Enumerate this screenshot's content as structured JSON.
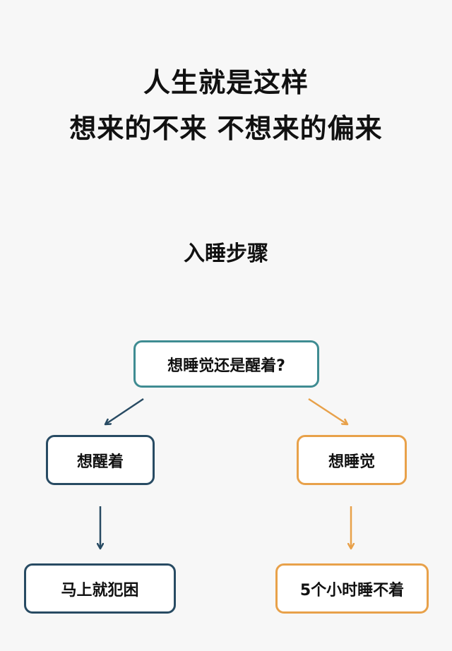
{
  "header": {
    "title_line1": "人生就是这样",
    "title_line2": "想来的不来 不想来的偏来",
    "subtitle": "入睡步骤"
  },
  "flowchart": {
    "root": "想睡觉还是醒着?",
    "left_choice": "想醒着",
    "right_choice": "想睡觉",
    "left_result": "马上就犯困",
    "right_result": "5个小时睡不着"
  },
  "colors": {
    "background": "#f7f7f7",
    "root_border": "#3f8c92",
    "left_branch": "#284b63",
    "right_branch": "#e8a14a"
  }
}
